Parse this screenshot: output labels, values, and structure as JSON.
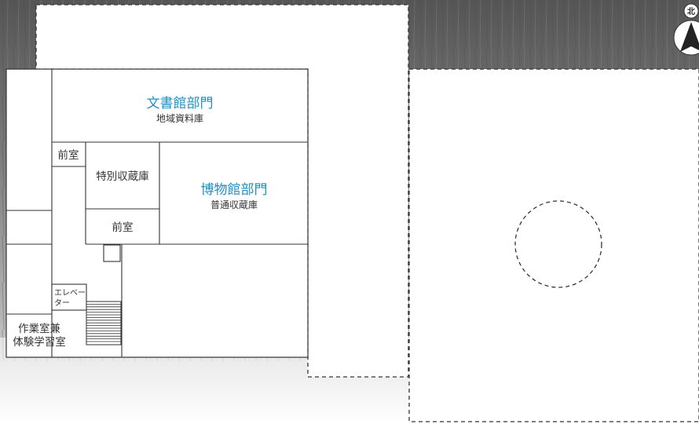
{
  "colors": {
    "department_label": "#1f8fc0",
    "wall": "#333333",
    "background_photo": "#7d7d7d",
    "floor": "#ffffff"
  },
  "compass": {
    "label": "北",
    "icon": "north-arrow-icon"
  },
  "rooms": {
    "archives": {
      "department": "文書館部門",
      "name": "地域資料庫"
    },
    "special_storage": {
      "name": "特別収蔵庫"
    },
    "museum": {
      "department": "博物館部門",
      "name": "普通収蔵庫"
    },
    "anteroom_left": {
      "name": "前室"
    },
    "anteroom_bottom": {
      "name": "前室"
    },
    "elevator": {
      "line1": "エレベー",
      "line2": "ター"
    },
    "workroom": {
      "line1": "作業室兼",
      "line2": "体験学習室"
    }
  }
}
